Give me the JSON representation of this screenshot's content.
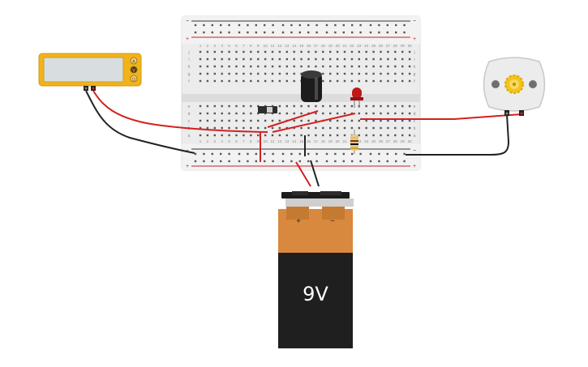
{
  "battery": {
    "voltage_label": "9V",
    "plus_symbol": "+",
    "minus_symbol": "−"
  },
  "multimeter": {
    "mode_buttons": [
      "A",
      "V",
      "Ω"
    ]
  },
  "breadboard": {
    "column_numbers": [
      "1",
      "2",
      "3",
      "4",
      "5",
      "6",
      "7",
      "8",
      "9",
      "10",
      "11",
      "12",
      "13",
      "14",
      "15",
      "16",
      "17",
      "18",
      "19",
      "20",
      "21",
      "22",
      "23",
      "24",
      "25",
      "26",
      "27",
      "28",
      "29",
      "30"
    ],
    "top_row_letters": [
      "j",
      "i",
      "h",
      "g",
      "f"
    ],
    "bottom_row_letters": [
      "e",
      "d",
      "c",
      "b",
      "a"
    ],
    "rail_plus": "+",
    "rail_minus": "−"
  },
  "resistor": {
    "band_colors": [
      "#f0c040",
      "#7a3d12",
      "#111111",
      "#c9a227"
    ]
  },
  "colors": {
    "wire_red": "#d32020",
    "wire_black": "#222222",
    "multimeter_body": "#f2b21c",
    "battery_top": "#d8893e",
    "battery_bottom": "#1f1f1f",
    "breadboard_body": "#ededed",
    "motor_gear": "#f4c319",
    "led": "#c01818"
  },
  "icons": {
    "dc_motor": "motor-icon",
    "capacitor": "electrolytic-capacitor-icon",
    "led": "led-icon",
    "slide_switch": "slide-switch-icon"
  }
}
